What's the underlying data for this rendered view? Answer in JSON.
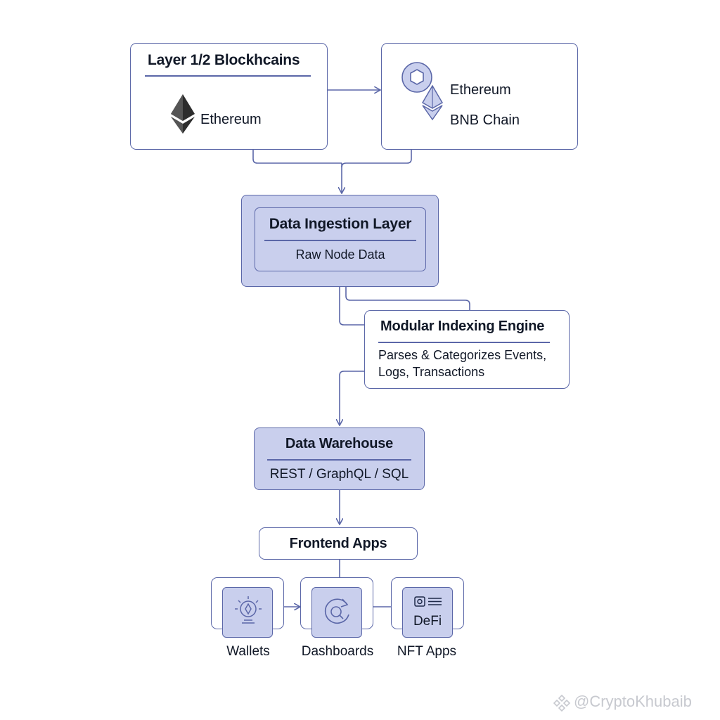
{
  "layer_box": {
    "title": "Layer 1/2 Blockhcains",
    "chain": "Ethereum",
    "icon": "ethereum-icon"
  },
  "chains_box": {
    "items": [
      "Ethereum",
      "BNB Chain"
    ],
    "icons": [
      "chain-link-icon",
      "ethereum-icon"
    ]
  },
  "ingestion": {
    "title": "Data Ingestion Layer",
    "subtitle": "Raw Node Data"
  },
  "indexing": {
    "title": "Modular Indexing Engine",
    "line1": "Parses & Categorizes Events,",
    "line2": "Logs, Transactions"
  },
  "warehouse": {
    "title": "Data Warehouse",
    "subtitle": "REST / GraphQL / SQL"
  },
  "frontend": {
    "title": "Frontend Apps"
  },
  "apps": [
    {
      "label": "Wallets",
      "icon": "wallet-bulb-icon"
    },
    {
      "label": "Dashboards",
      "icon": "refresh-search-icon"
    },
    {
      "label": "NFT Apps",
      "icon": "defi-icon",
      "tile_text": "DeFi"
    }
  ],
  "watermark": "@CryptoKhubaib",
  "colors": {
    "stroke": "#5b67a8",
    "fill": "#c9cfed",
    "arrow": "#5b67a8"
  }
}
